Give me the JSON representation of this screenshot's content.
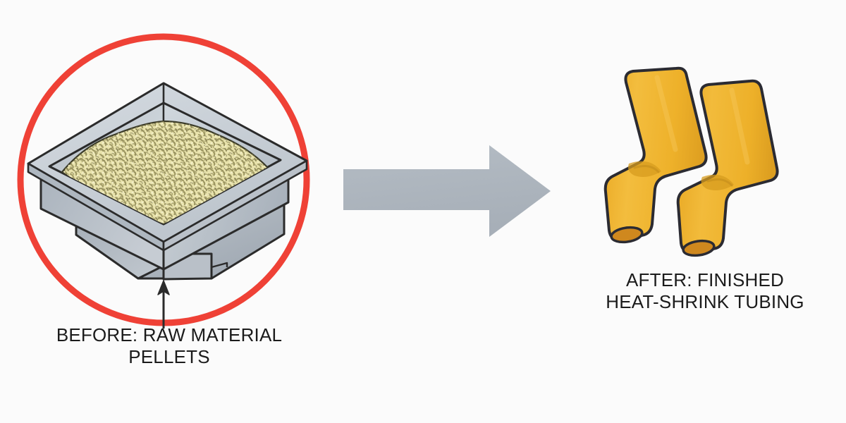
{
  "scene": {
    "background_color": "#fbfbfb",
    "title": "Before and after comparison of heat-shrink tubing manufacturing"
  },
  "before": {
    "caption_line1": "BEFORE: RAW MATERIAL",
    "caption_line2": "PELLETS",
    "highlight_circle_color": "#ef4136",
    "pointer_icon": "up-arrow-icon",
    "container_icon": "hopper-bin-icon",
    "material_icon": "plastic-pellets-icon",
    "bin_colors": {
      "rim_top": "#c9d0d7",
      "wall_light": "#c3cad1",
      "wall_mid": "#b2bac3",
      "wall_dark": "#9aa3ad",
      "outline": "#2b2b2b"
    },
    "pellet_colors": {
      "base": "#e6e0a6",
      "speckle": "#9b9560",
      "highlight": "#f2eec4"
    }
  },
  "transition": {
    "arrow_icon": "right-arrow-icon",
    "arrow_color": "#aeb6be",
    "direction": "right"
  },
  "after": {
    "caption_line1": "AFTER: FINISHED",
    "caption_line2": "HEAT-SHRINK TUBING",
    "product_icon": "heat-shrink-tubing-icon",
    "tube_count": 2,
    "tube_colors": {
      "body": "#eeb12a",
      "body_light": "#f5c14a",
      "shade": "#dca022",
      "opening": "#d1891f",
      "outline": "#2b2b32"
    }
  }
}
